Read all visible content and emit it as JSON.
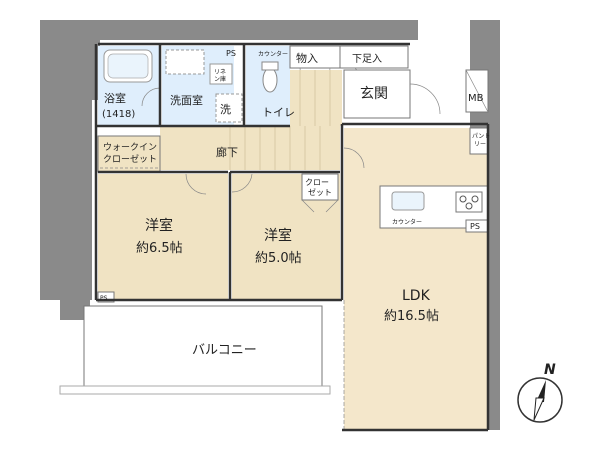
{
  "rooms": {
    "bath": "浴室",
    "bath_size": "(1418)",
    "washroom": "洗面室",
    "washer": "洗",
    "toilet": "トイレ",
    "hallway": "廊下",
    "walkin_closet_1": "ウォークイン",
    "walkin_closet_2": "クローゼット",
    "western1": "洋室",
    "western1_size": "約6.5帖",
    "western2": "洋室",
    "western2_size": "約5.0帖",
    "closet_1": "クロー",
    "closet_2": "ゼット",
    "ldk": "LDK",
    "ldk_size": "約16.5帖",
    "balcony": "バルコニー",
    "entrance": "玄関",
    "storage": "物入",
    "shoe_storage": "下足入",
    "mb": "MB",
    "pantry_1": "パント",
    "pantry_2": "リー",
    "counter_toilet": "カウンター",
    "counter_kitchen": "カウンター",
    "ps_top": "PS",
    "ps_kitchen": "PS",
    "ps_balcony": "PS",
    "linen_1": "リネ",
    "linen_2": "ン庫"
  },
  "compass": {
    "north": "N"
  }
}
